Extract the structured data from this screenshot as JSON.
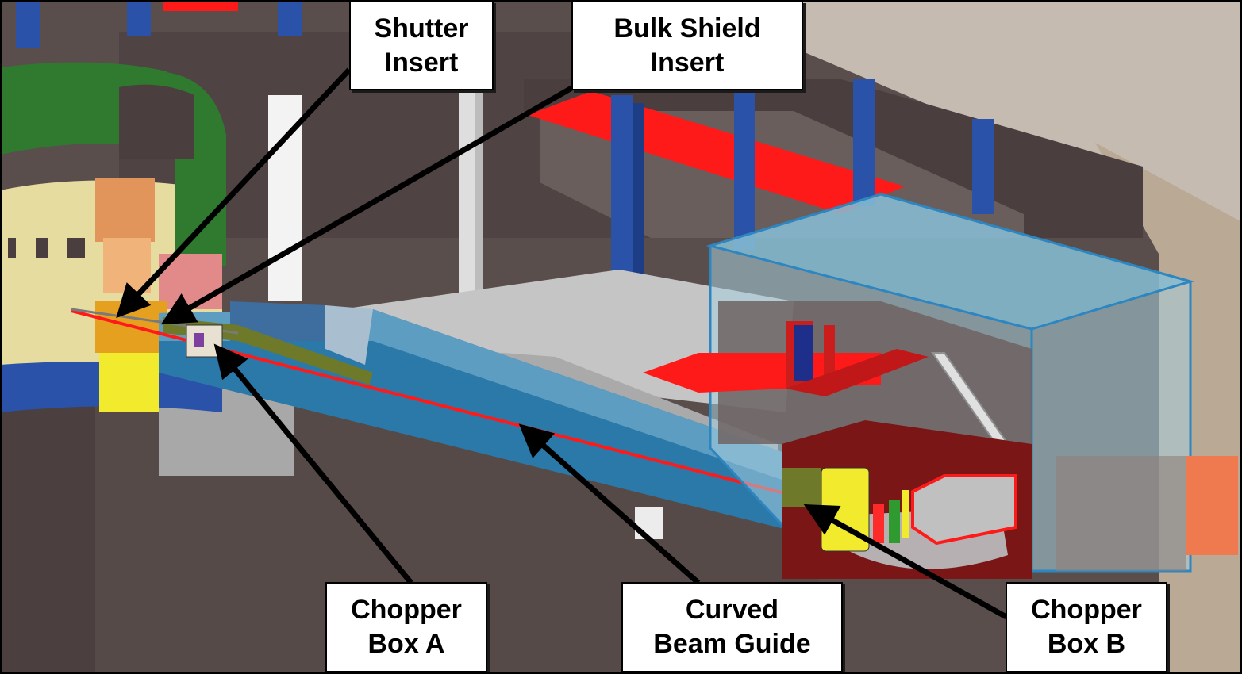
{
  "colors": {
    "wall": "#564a49",
    "wall_light": "#6b5f5d",
    "floor": "#a6a6a6",
    "floor_light": "#c8c8c8",
    "column_blue": "#2a52a8",
    "beam_red": "#ff1a1a",
    "monolith_green": "#2f7a2f",
    "monolith_cream": "#e6dca0",
    "guide_blue": "#2b79a8",
    "guide_light": "#8ab8d2",
    "shutter_orange": "#e2955b",
    "chopper_yellow": "#f2ea2c",
    "enclosure_glass": "#a8d0df",
    "hutch_orange": "#f07a50",
    "arrow": "#000000"
  },
  "labels": {
    "shutter_insert": [
      "Shutter",
      "Insert"
    ],
    "bulk_shield_insert": [
      "Bulk Shield",
      "Insert"
    ],
    "chopper_box_a": [
      "Chopper",
      "Box A"
    ],
    "curved_beam_guide": [
      "Curved",
      "Beam Guide"
    ],
    "chopper_box_b": [
      "Chopper",
      "Box B"
    ]
  }
}
